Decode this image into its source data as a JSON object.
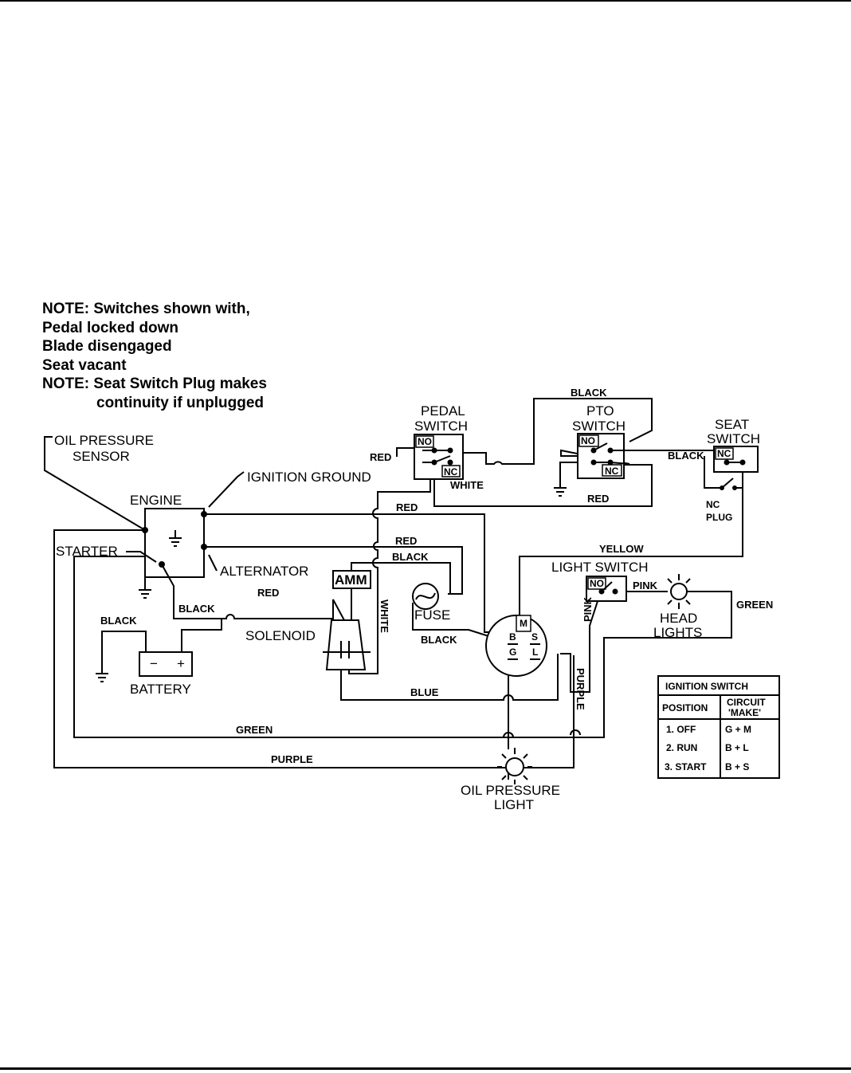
{
  "notes": [
    "NOTE: Switches shown with,",
    "Pedal locked down",
    "Blade disengaged",
    "Seat vacant",
    "NOTE: Seat Switch Plug makes",
    "continuity if unplugged"
  ],
  "components": {
    "oil_pressure_sensor": [
      "OIL PRESSURE",
      "SENSOR"
    ],
    "engine": "ENGINE",
    "ignition_ground": "IGNITION GROUND",
    "starter": "STARTER",
    "alternator": "ALTERNATOR",
    "battery": "BATTERY",
    "battery_minus": "−",
    "battery_plus": "+",
    "solenoid": "SOLENOID",
    "amm": "AMM",
    "fuse": "FUSE",
    "pedal_switch": [
      "PEDAL",
      "SWITCH"
    ],
    "pto_switch": [
      "PTO",
      "SWITCH"
    ],
    "seat_switch": [
      "SEAT",
      "SWITCH"
    ],
    "nc_plug": [
      "NC",
      "PLUG"
    ],
    "light_switch": "LIGHT SWITCH",
    "head_lights": [
      "HEAD",
      "LIGHTS"
    ],
    "oil_pressure_light": [
      "OIL PRESSURE",
      "LIGHT"
    ],
    "contact_no": "NO",
    "contact_nc": "NC",
    "ignition_terminals": [
      "M",
      "B",
      "S",
      "G",
      "L"
    ]
  },
  "wires": {
    "black": "BLACK",
    "red": "RED",
    "white": "WHITE",
    "yellow": "YELLOW",
    "pink": "PINK",
    "green": "GREEN",
    "blue": "BLUE",
    "purple": "PURPLE"
  },
  "ignition_table": {
    "title": "IGNITION SWITCH",
    "headers": [
      "POSITION",
      "CIRCUIT",
      "'MAKE'"
    ],
    "rows": [
      {
        "position": "1.  OFF",
        "circuit": "G + M"
      },
      {
        "position": "2.  RUN",
        "circuit": "B + L"
      },
      {
        "position": "3. START",
        "circuit": "B + S"
      }
    ]
  }
}
